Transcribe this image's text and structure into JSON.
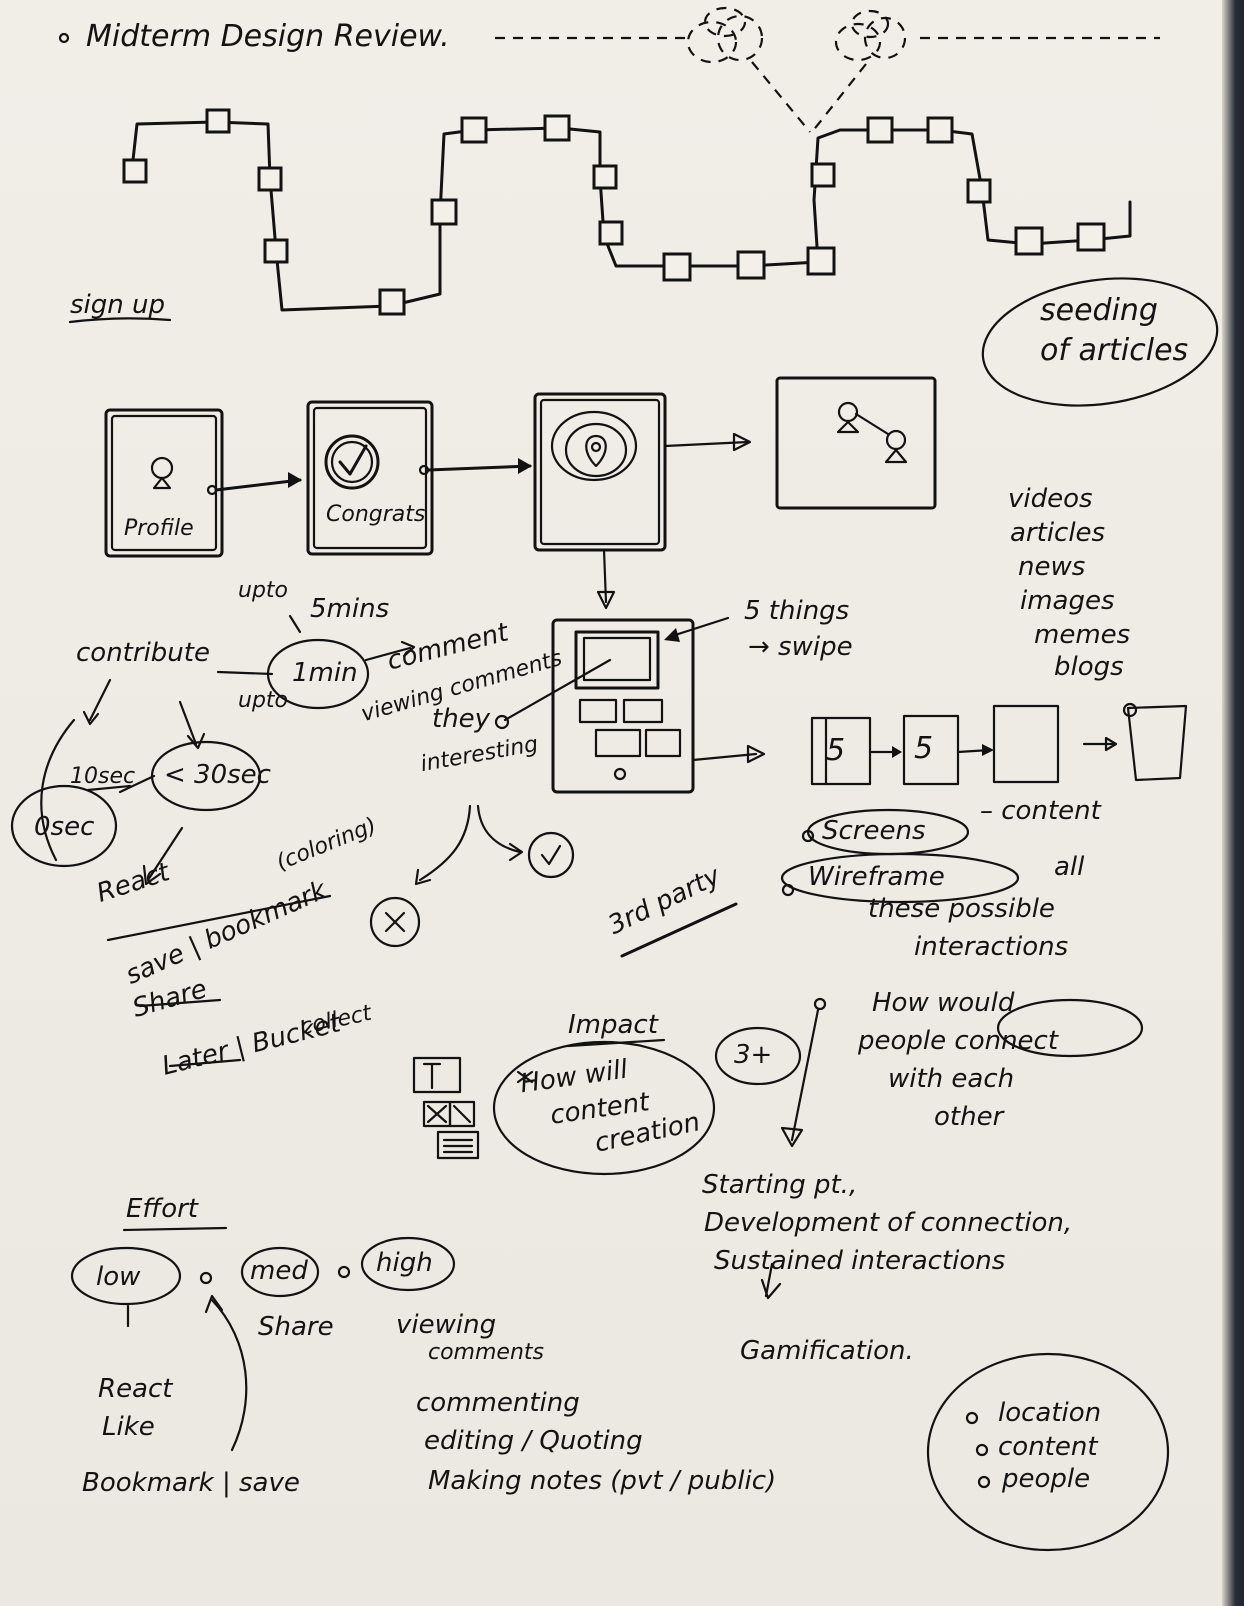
{
  "title": "Midterm Design Review.",
  "sign_up": "sign up",
  "seeding": [
    "seeding",
    "of articles"
  ],
  "screens": {
    "profile": "Profile",
    "congrats": "Congrats"
  },
  "content_types": [
    "videos",
    "articles",
    "news",
    "images",
    "memes",
    "blogs"
  ],
  "contribute": {
    "label": "contribute",
    "upto_top": "upto",
    "five_mins": "5mins",
    "one_min": "1min",
    "upto_bottom": "upto",
    "comment": "comment",
    "viewing_comments": "viewing comments",
    "ten_sec": "10sec",
    "thirty_sec": "< 30sec",
    "zero_sec": "0sec"
  },
  "they_interesting": [
    "they",
    "interesting"
  ],
  "five_things": "5 things",
  "swipe": "→ swipe",
  "swipe_cards": [
    "5",
    "5"
  ],
  "actions": {
    "react": "React",
    "coloring": "(coloring)",
    "save_bookmark": "save | bookmark",
    "share": "Share",
    "later_bucket": "Later | Bucket",
    "collect": "collect"
  },
  "third_party": "3rd party",
  "screens_note": "Screens",
  "content_note": "– content",
  "wireframe_note": "Wireframe",
  "all_interactions": [
    "all",
    "these possible",
    "interactions"
  ],
  "impact": {
    "title": "Impact",
    "bubble": [
      "How will",
      "content",
      "creation"
    ]
  },
  "three_plus": "3+",
  "connect_question": [
    "How would",
    "people connect",
    "with each",
    "other"
  ],
  "starting": [
    "Starting pt.,",
    "Development of connection,",
    "Sustained interactions"
  ],
  "gamification": "Gamification.",
  "effort": {
    "title": "Effort",
    "low": "low",
    "med": "med",
    "high": "high",
    "share": "Share",
    "low_items": [
      "React",
      "Like",
      "Bookmark | save"
    ],
    "high_items": [
      "viewing",
      "comments",
      "commenting",
      "editing / Quoting",
      "Making notes (pvt / public)"
    ]
  },
  "circle_list": [
    "location",
    "content",
    "people"
  ]
}
